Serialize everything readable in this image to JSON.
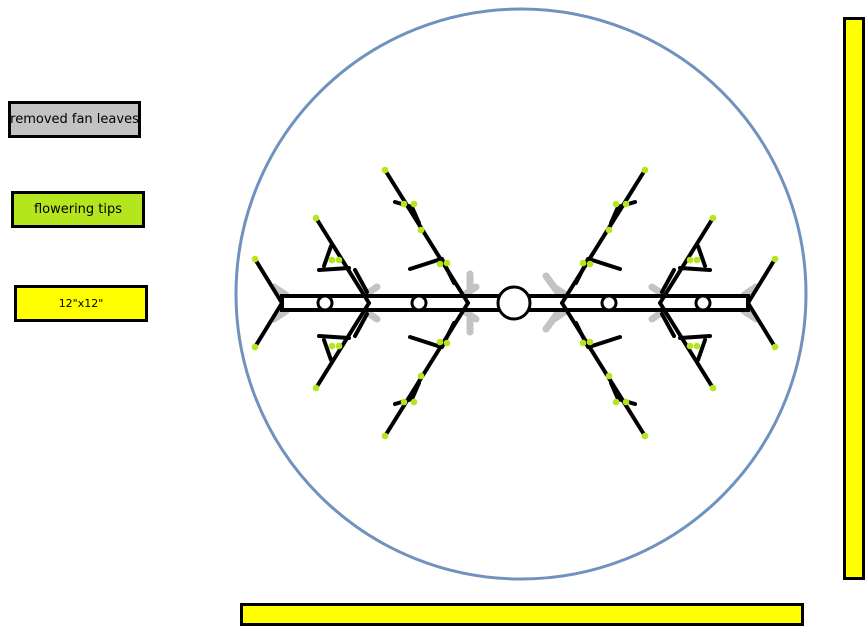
{
  "legend": [
    {
      "label": "removed fan leaves",
      "color": "#c3c3c3"
    },
    {
      "label": "flowering tips",
      "color": "#b5e61d"
    },
    {
      "label": "12\"x12\"",
      "color": "#ffff00"
    }
  ],
  "colors": {
    "pot_outline": "#7092be",
    "stem": "#000000",
    "removed_leaf": "#c3c3c3",
    "flowering_tip": "#b5e61d",
    "scale_bar": "#ffff00"
  },
  "icons": {
    "plant": "plant-training-diagram",
    "pot": "circle-outline"
  }
}
